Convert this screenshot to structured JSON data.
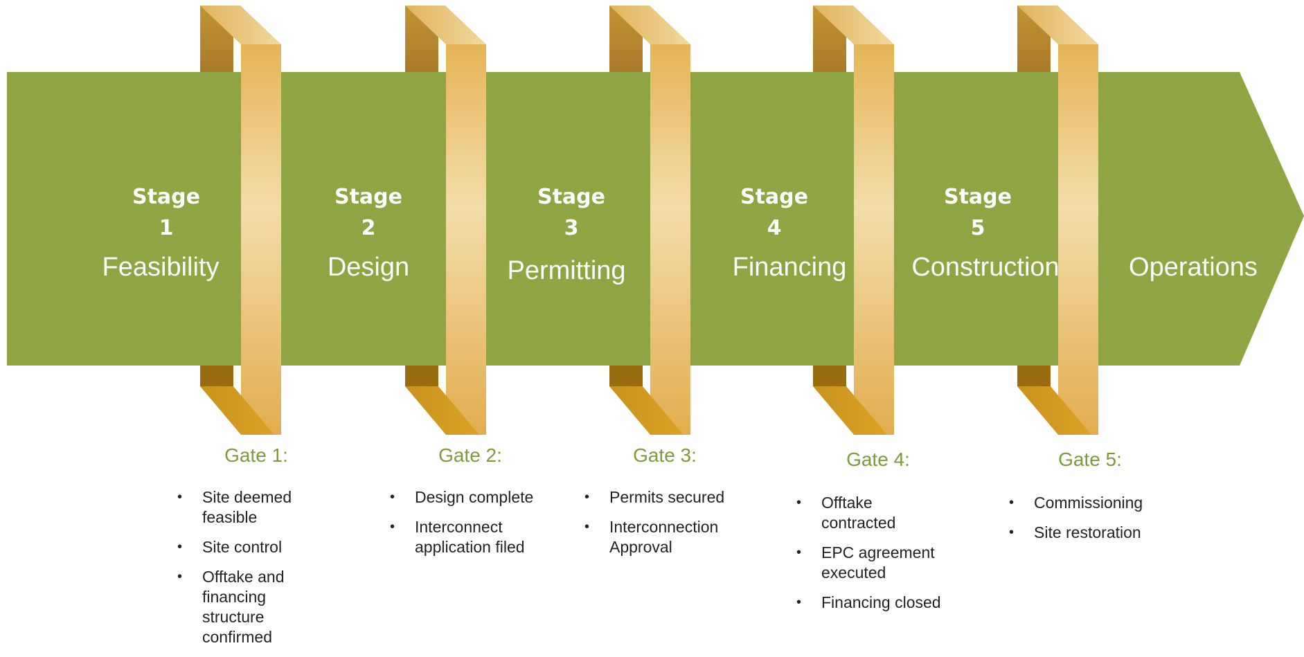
{
  "colors": {
    "arrow_green": "#8fa443",
    "gold_light": "#f2d9a3",
    "gold_mid": "#e6b455",
    "gold_dark": "#a87a26",
    "gate_title_green": "#7d9a3c"
  },
  "stages": [
    {
      "word": "Stage",
      "number": "1",
      "name": "Feasibility"
    },
    {
      "word": "Stage",
      "number": "2",
      "name": "Design"
    },
    {
      "word": "Stage",
      "number": "3",
      "name": "Permitting"
    },
    {
      "word": "Stage",
      "number": "4",
      "name": "Financing"
    },
    {
      "word": "Stage",
      "number": "5",
      "name": "Construction"
    }
  ],
  "final_stage": {
    "name": "Operations"
  },
  "gates": [
    {
      "title": "Gate 1:",
      "items": [
        "Site deemed feasible",
        "Site control",
        "Offtake and financing structure confirmed"
      ]
    },
    {
      "title": "Gate 2:",
      "items": [
        "Design complete",
        "Interconnect application filed"
      ]
    },
    {
      "title": "Gate 3:",
      "items": [
        "Permits secured",
        "Interconnection Approval"
      ]
    },
    {
      "title": "Gate 4:",
      "items": [
        "Offtake contracted",
        "EPC agreement executed",
        "Financing closed"
      ]
    },
    {
      "title": "Gate 5:",
      "items": [
        "Commissioning",
        "Site restoration"
      ]
    }
  ]
}
